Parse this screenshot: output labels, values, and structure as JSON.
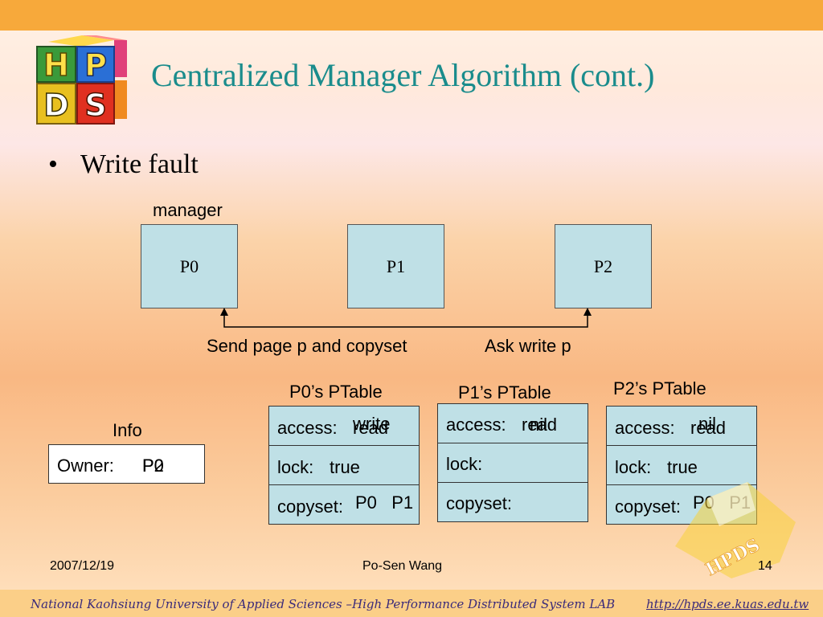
{
  "logo": {
    "letters": [
      "H",
      "P",
      "D",
      "S"
    ]
  },
  "title": "Centralized Manager Algorithm (cont.)",
  "bullet": {
    "symbol": "•",
    "text": "Write fault"
  },
  "diagram": {
    "manager_label": "manager",
    "processes": [
      {
        "label": "P0"
      },
      {
        "label": "P1"
      },
      {
        "label": "P2"
      }
    ],
    "arrows": {
      "send_label": "Send page p and copyset",
      "ask_label": "Ask write p"
    },
    "info": {
      "heading": "Info",
      "owner_label": "Owner:",
      "owner_value_overlap": [
        "P0",
        "P2"
      ]
    },
    "tables": [
      {
        "heading": "P0’s PTable",
        "access_label": "access:",
        "access_value_overlap": [
          "read",
          "write"
        ],
        "lock_label": "lock:",
        "lock_value": "true",
        "copyset_label": "copyset:",
        "copyset_value": "P0   P1"
      },
      {
        "heading": "P1’s PTable",
        "access_label": "access:",
        "access_value_overlap": [
          "read",
          "nil"
        ],
        "lock_label": "lock:",
        "lock_value": "",
        "copyset_label": "copyset:",
        "copyset_value": ""
      },
      {
        "heading": "P2’s PTable",
        "access_label": "access:",
        "access_value_overlap": [
          "read",
          "nil"
        ],
        "lock_label": "lock:",
        "lock_value": "true",
        "copyset_label": "copyset:",
        "copyset_value": "P0   P1"
      }
    ]
  },
  "footer": {
    "date": "2007/12/19",
    "author": "Po-Sen Wang",
    "page_number": "14",
    "watermark": "HPDS",
    "institution": "National Kaohsiung University of  Applied Sciences –High Performance Distributed System LAB",
    "url": "http://hpds.ee.kuas.edu.tw"
  }
}
